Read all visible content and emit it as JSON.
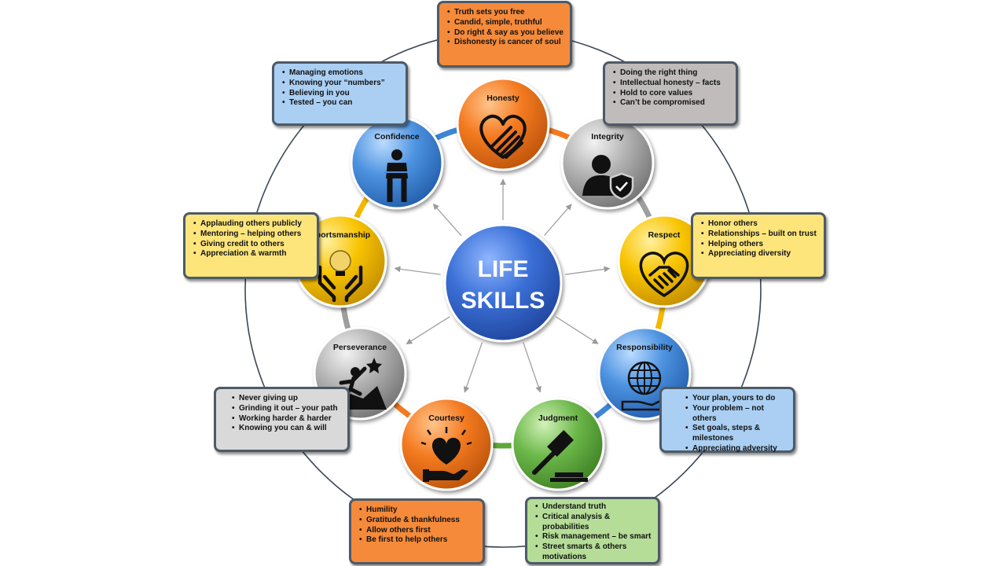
{
  "center": {
    "line1": "LIFE",
    "line2": "SKILLS"
  },
  "nodes": [
    {
      "id": "honesty",
      "title": "Honesty",
      "icon": "heart-hand-icon",
      "color": "orange",
      "bullets": [
        "Truth sets you free",
        "Candid, simple, truthful",
        "Do right & say as you believe",
        "Dishonesty is cancer of soul"
      ]
    },
    {
      "id": "integrity",
      "title": "Integrity",
      "icon": "person-shield-icon",
      "color": "gray",
      "bullets": [
        "Doing the right thing",
        "Intellectual honesty – facts",
        "Hold to core values",
        "Can’t be compromised"
      ]
    },
    {
      "id": "respect",
      "title": "Respect",
      "icon": "handshake-heart-icon",
      "color": "yellow",
      "bullets": [
        "Honor others",
        "Relationships – built on trust",
        "Helping others",
        "Appreciating diversity"
      ]
    },
    {
      "id": "responsibility",
      "title": "Responsibility",
      "icon": "globe-in-hand-icon",
      "color": "blue",
      "bullets": [
        "Your plan, yours to do",
        "Your problem – not others",
        "Set goals, steps & milestones",
        "Appreciating adversity"
      ]
    },
    {
      "id": "judgment",
      "title": "Judgment",
      "icon": "gavel-icon",
      "color": "green",
      "bullets": [
        "Understand truth",
        "Critical analysis & probabilities",
        "Risk management – be smart",
        "Street smarts & others motivations"
      ]
    },
    {
      "id": "courtesy",
      "title": "Courtesy",
      "icon": "heart-in-hand-icon",
      "color": "orange",
      "bullets": [
        "Humility",
        "Gratitude & thankfulness",
        "Allow others first",
        "Be first to help others"
      ]
    },
    {
      "id": "perseverance",
      "title": "Perseverance",
      "icon": "climber-star-icon",
      "color": "gray",
      "bullets": [
        "Never giving up",
        "Grinding it out – your path",
        "Working harder & harder",
        "Knowing you can & will"
      ]
    },
    {
      "id": "sportsmanship",
      "title": "Sportsmanship",
      "icon": "trophy-hands-icon",
      "color": "yellow",
      "bullets": [
        "Applauding others publicly",
        "Mentoring – helping others",
        "Giving credit to others",
        "Appreciation & warmth"
      ]
    },
    {
      "id": "confidence",
      "title": "Confidence",
      "icon": "arms-crossed-person-icon",
      "color": "blue",
      "bullets": [
        "Managing emotions",
        "Knowing your “numbers”",
        "Believing in you",
        "Tested – you can"
      ]
    }
  ],
  "colors": {
    "orange": "#f47a20",
    "gray": "#9e9e9e",
    "yellow": "#f5b800",
    "blue": "#3d85d6",
    "green": "#5da838",
    "center": "#2f63c8"
  }
}
